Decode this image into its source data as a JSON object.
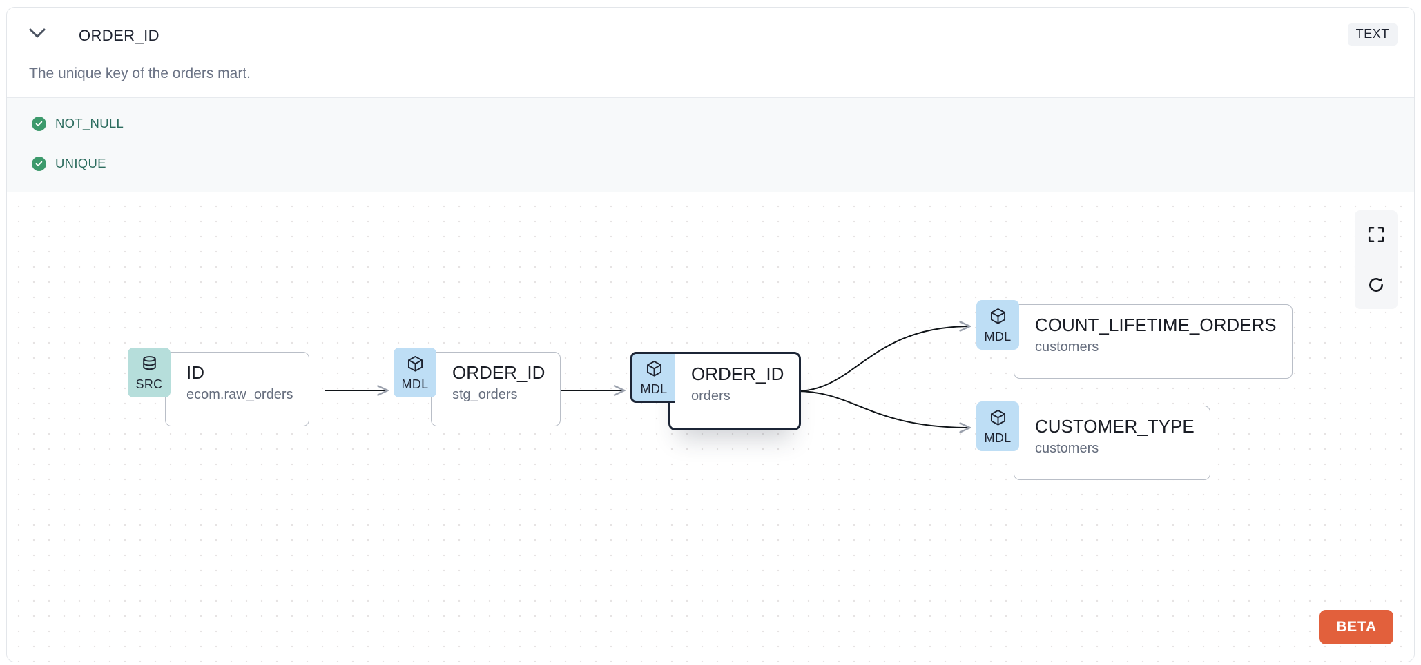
{
  "header": {
    "column_name": "ORDER_ID",
    "data_type_badge": "TEXT",
    "chevron_icon": "chevron-down-icon",
    "description": "The unique key of the orders mart."
  },
  "tests": [
    {
      "label": "NOT_NULL",
      "status_icon": "check-circle-icon",
      "status": "passed"
    },
    {
      "label": "UNIQUE",
      "status_icon": "check-circle-icon",
      "status": "passed"
    }
  ],
  "lineage": {
    "controls": [
      {
        "name": "fullscreen-icon",
        "label": "fullscreen"
      },
      {
        "name": "refresh-icon",
        "label": "refresh"
      }
    ],
    "beta_label": "BETA",
    "nodes": [
      {
        "id": "src",
        "badge": "SRC",
        "badge_icon": "database-icon",
        "name": "ID",
        "model": "ecom.raw_orders",
        "selected": false
      },
      {
        "id": "stg",
        "badge": "MDL",
        "badge_icon": "cube-icon",
        "name": "ORDER_ID",
        "model": "stg_orders",
        "selected": false
      },
      {
        "id": "orders",
        "badge": "MDL",
        "badge_icon": "cube-icon",
        "name": "ORDER_ID",
        "model": "orders",
        "selected": true
      },
      {
        "id": "count",
        "badge": "MDL",
        "badge_icon": "cube-icon",
        "name": "COUNT_LIFETIME_ORDERS",
        "model": "customers",
        "selected": false
      },
      {
        "id": "custtype",
        "badge": "MDL",
        "badge_icon": "cube-icon",
        "name": "CUSTOMER_TYPE",
        "model": "customers",
        "selected": false
      }
    ],
    "edges": [
      {
        "from": "src",
        "to": "stg"
      },
      {
        "from": "stg",
        "to": "orders"
      },
      {
        "from": "orders",
        "to": "count"
      },
      {
        "from": "orders",
        "to": "custtype"
      }
    ]
  },
  "colors": {
    "src_badge": "#b6dedb",
    "mdl_badge": "#bedef5",
    "test_pass": "#3d9a6c",
    "test_link": "#2c6c5e",
    "beta": "#e2603c",
    "selected_border": "#1c2536"
  }
}
